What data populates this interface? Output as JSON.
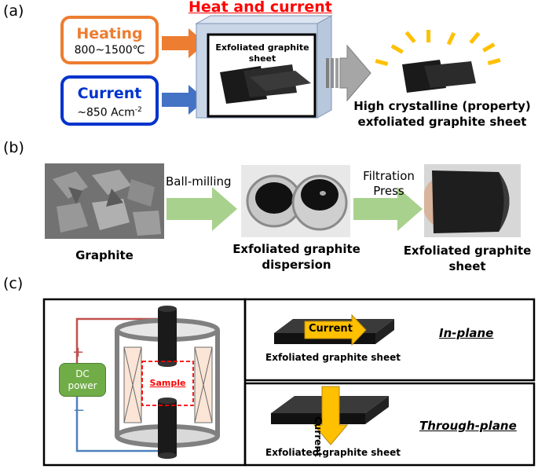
{
  "panel_a": {
    "label": "(a)",
    "header": "Heat and current",
    "heating": {
      "title": "Heating",
      "value": "800~1500℃"
    },
    "current": {
      "title": "Current",
      "value": "~850 Acm",
      "superscript": "-2"
    },
    "box_label_line1": "Exfoliated graphite",
    "box_label_line2": "sheet",
    "result_line1": "High crystalline (property)",
    "result_line2": "exfoliated graphite sheet"
  },
  "panel_b": {
    "label": "(b)",
    "step1_label": "Ball-milling",
    "step2_label_line1": "Filtration",
    "step2_label_line2": "Press",
    "item1": "Graphite",
    "item2_line1": "Exfoliated graphite",
    "item2_line2": "dispersion",
    "item3_line1": "Exfoliated graphite",
    "item3_line2": "sheet"
  },
  "panel_c": {
    "label": "(c)",
    "plus": "+",
    "minus": "−",
    "dc_line1": "DC",
    "dc_line2": "power",
    "sample": "Sample",
    "inplane_arrow": "Current",
    "inplane_caption": "Exfoliated graphite sheet",
    "inplane_title": "In-plane",
    "through_arrow": "Current",
    "through_caption": "Exfoliated graphite sheet",
    "through_title": "Through-plane"
  },
  "colors": {
    "heading_red": "#ff0000",
    "heating_orange": "#ed7d31",
    "current_blue": "#0033cc",
    "arrow_blue": "#4472c4",
    "arrow_green": "#a9d18e",
    "arrow_gray": "#a6a6a6",
    "glow_yellow": "#ffc000",
    "dc_green": "#70ad47",
    "wire_red": "#c0504d",
    "wire_blue": "#4f81bd",
    "current_arrow": "#ffc000"
  }
}
